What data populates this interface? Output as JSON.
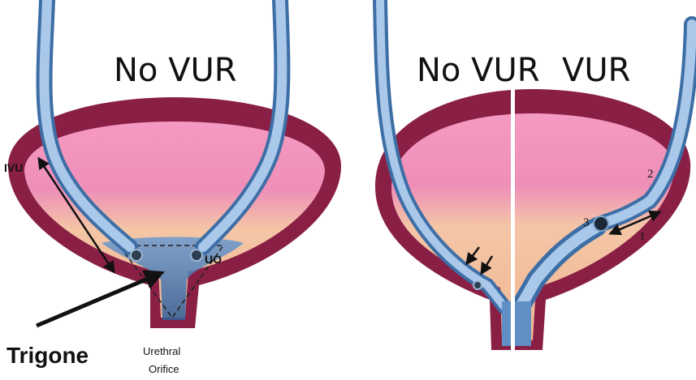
{
  "left_panel": {
    "title": "No VUR",
    "labels": {
      "ivu": "IVU",
      "uo": "UO",
      "trigone": "Trigone",
      "urethral_line1": "Urethral",
      "urethral_line2": "Orifice"
    }
  },
  "right_panel": {
    "title_left": "No VUR",
    "title_right": "VUR",
    "markers": {
      "one": "1",
      "two": "2",
      "three": "3"
    }
  },
  "colors": {
    "bladder_wall": "#8a1f45",
    "urine_pink": "#f07ab0",
    "urine_peach": "#f2c39a",
    "ureter_blue": "#7aa8d8",
    "ureter_dark": "#4f7fb5",
    "divider": "#ffffff"
  }
}
